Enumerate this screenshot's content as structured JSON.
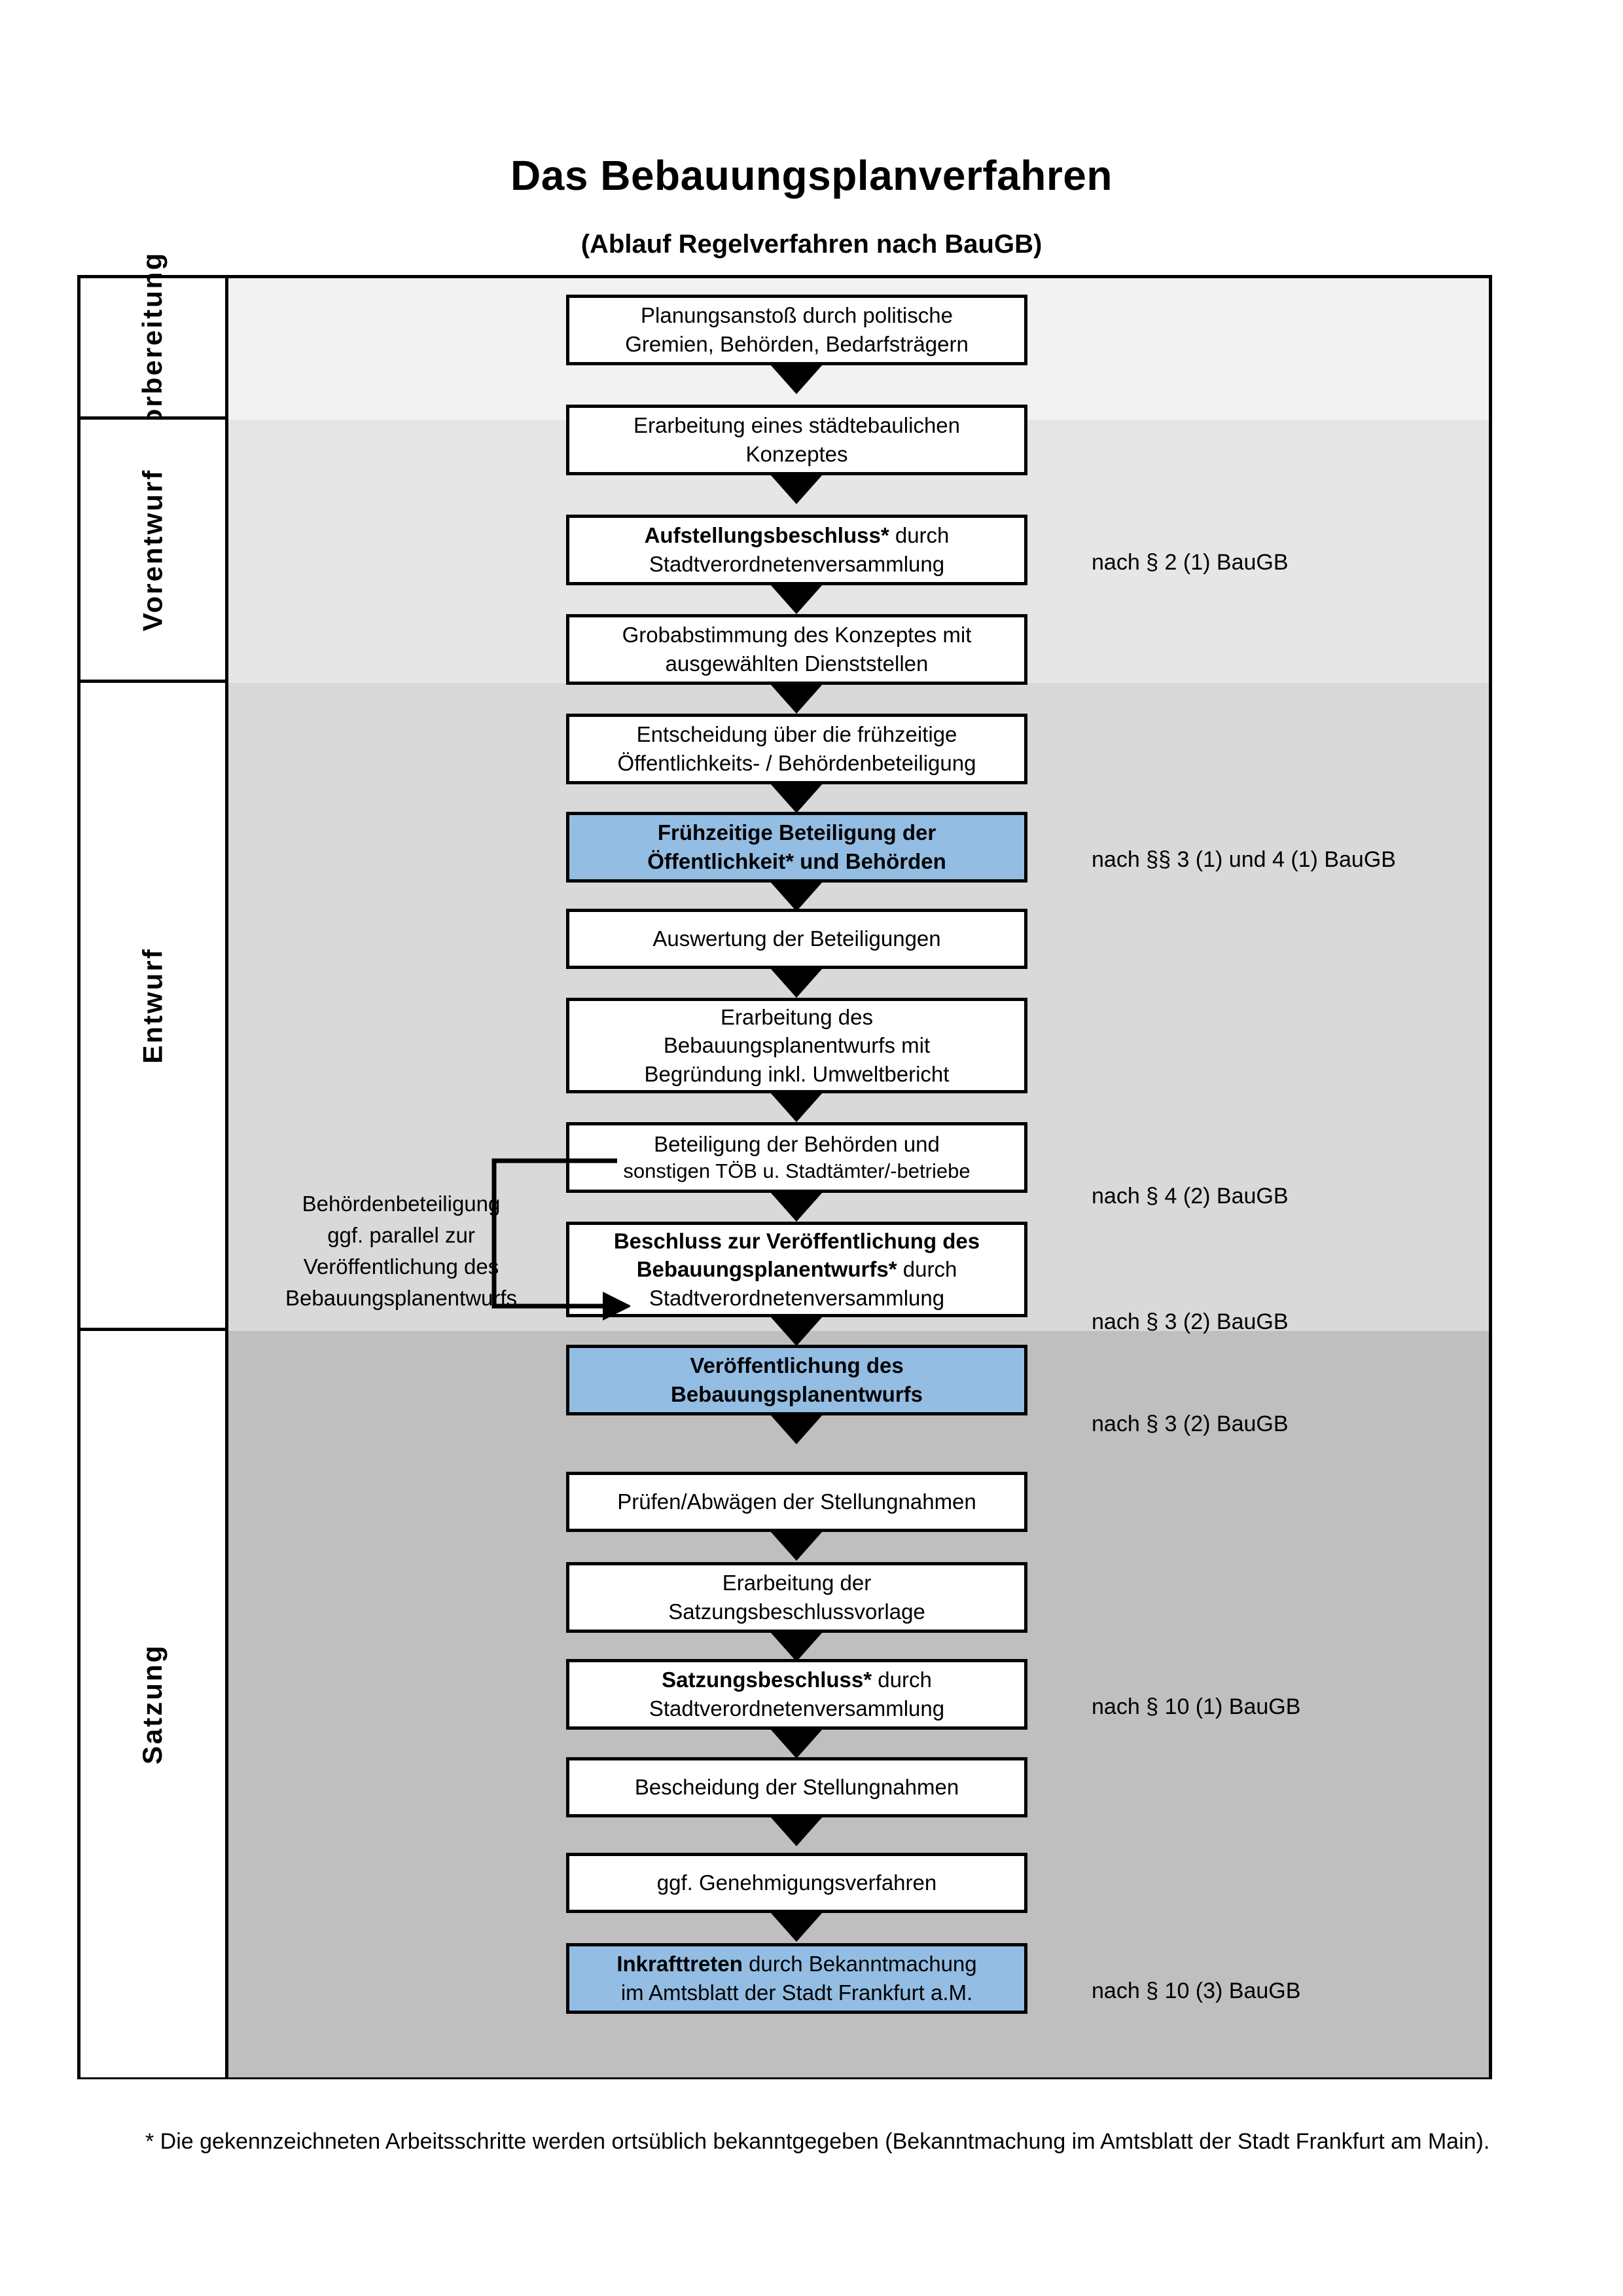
{
  "title": "Das Bebauungsplanverfahren",
  "subtitle": "(Ablauf Regelverfahren nach BauGB)",
  "colors": {
    "highlight_blue": "#93BDE3",
    "band_vorbereitung": "#F2F2F2",
    "band_vorentwurf": "#E6E6E6",
    "band_entwurf": "#D9D9D9",
    "band_satzung": "#BFBFBF",
    "border": "#000000"
  },
  "phases": [
    {
      "id": "vorbereitung",
      "label": "Vorbereitung"
    },
    {
      "id": "vorentwurf",
      "label": "Vorentwurf"
    },
    {
      "id": "entwurf",
      "label": "Entwurf"
    },
    {
      "id": "satzung",
      "label": "Satzung"
    }
  ],
  "steps": [
    {
      "id": "planungsanstoss",
      "phase": "vorbereitung",
      "highlight": false,
      "lines": [
        {
          "text": "Planungsanstoß durch politische",
          "bold": false
        },
        {
          "text": "Gremien, Behörden, Bedarfsträgern",
          "bold": false
        }
      ]
    },
    {
      "id": "staedtebau-konzept",
      "phase": "vorbereitung",
      "highlight": false,
      "lines": [
        {
          "text": "Erarbeitung eines städtebaulichen",
          "bold": false
        },
        {
          "text": "Konzeptes",
          "bold": false
        }
      ]
    },
    {
      "id": "aufstellungsbeschluss",
      "phase": "vorbereitung",
      "highlight": false,
      "lines": [
        {
          "text": "Aufstellungsbeschluss*",
          "bold": true,
          "suffix": " durch"
        },
        {
          "text": "Stadtverordnetenversammlung",
          "bold": false
        }
      ]
    },
    {
      "id": "grobabstimmung",
      "phase": "vorentwurf",
      "highlight": false,
      "lines": [
        {
          "text": "Grobabstimmung des Konzeptes mit",
          "bold": false
        },
        {
          "text": "ausgewählten Dienststellen",
          "bold": false
        }
      ]
    },
    {
      "id": "entscheidung-fruehzeitig",
      "phase": "vorentwurf",
      "highlight": false,
      "lines": [
        {
          "text": "Entscheidung über die frühzeitige",
          "bold": false
        },
        {
          "text": "Öffentlichkeits- / Behördenbeteiligung",
          "bold": false
        }
      ]
    },
    {
      "id": "fruehzeitige-beteiligung",
      "phase": "vorentwurf",
      "highlight": true,
      "lines": [
        {
          "text": "Frühzeitige Beteiligung der",
          "bold": true
        },
        {
          "text": "Öffentlichkeit* und Behörden",
          "bold": true
        }
      ]
    },
    {
      "id": "auswertung-beteiligungen",
      "phase": "entwurf",
      "highlight": false,
      "lines": [
        {
          "text": "Auswertung der Beteiligungen",
          "bold": false
        }
      ]
    },
    {
      "id": "erarbeitung-bplan-entwurf",
      "phase": "entwurf",
      "highlight": false,
      "lines": [
        {
          "text": "Erarbeitung des",
          "bold": false
        },
        {
          "text": "Bebauungsplanentwurfs mit",
          "bold": false
        },
        {
          "text": "Begründung inkl. Umweltbericht",
          "bold": false
        }
      ]
    },
    {
      "id": "beteiligung-behoerden-toeb",
      "phase": "entwurf",
      "highlight": false,
      "lines": [
        {
          "text": "Beteiligung der Behörden und",
          "bold": false
        },
        {
          "text": "sonstigen TÖB u. Stadtämter/-betriebe",
          "bold": false
        }
      ]
    },
    {
      "id": "beschluss-veroeffentlichung",
      "phase": "entwurf",
      "highlight": false,
      "lines": [
        {
          "text": "Beschluss zur Veröffentlichung des",
          "bold": true
        },
        {
          "text": "Bebauungsplanentwurfs*",
          "bold": true,
          "suffix": " durch"
        },
        {
          "text": "Stadtverordnetenversammlung",
          "bold": false
        }
      ]
    },
    {
      "id": "veroeffentlichung-bplan",
      "phase": "entwurf",
      "highlight": true,
      "lines": [
        {
          "text": "Veröffentlichung des",
          "bold": true
        },
        {
          "text": "Bebauungsplanentwurfs",
          "bold": true
        }
      ]
    },
    {
      "id": "pruefen-abwaegen",
      "phase": "satzung",
      "highlight": false,
      "lines": [
        {
          "text": "Prüfen/Abwägen der Stellungnahmen",
          "bold": false
        }
      ]
    },
    {
      "id": "erarbeitung-satzungsvorlage",
      "phase": "satzung",
      "highlight": false,
      "lines": [
        {
          "text": "Erarbeitung der",
          "bold": false
        },
        {
          "text": "Satzungsbeschlussvorlage",
          "bold": false
        }
      ]
    },
    {
      "id": "satzungsbeschluss",
      "phase": "satzung",
      "highlight": false,
      "lines": [
        {
          "text": "Satzungsbeschluss*",
          "bold": true,
          "suffix": " durch"
        },
        {
          "text": "Stadtverordnetenversammlung",
          "bold": false
        }
      ]
    },
    {
      "id": "bescheidung-stellungnahmen",
      "phase": "satzung",
      "highlight": false,
      "lines": [
        {
          "text": "Bescheidung der Stellungnahmen",
          "bold": false
        }
      ]
    },
    {
      "id": "genehmigungsverfahren",
      "phase": "satzung",
      "highlight": false,
      "lines": [
        {
          "text": "ggf. Genehmigungsverfahren",
          "bold": false
        }
      ]
    },
    {
      "id": "inkrafttreten",
      "phase": "satzung",
      "highlight": true,
      "lines": [
        {
          "text": "Inkrafttreten",
          "bold": true,
          "suffix": " durch Bekanntmachung"
        },
        {
          "text": "im Amtsblatt der Stadt Frankfurt a.M.",
          "bold": false
        }
      ]
    }
  ],
  "legal_refs": [
    {
      "id": "ref-par2-1",
      "text": "nach § 2 (1) BauGB",
      "for_step": "aufstellungsbeschluss"
    },
    {
      "id": "ref-par3-4-1",
      "text": "nach §§ 3 (1) und 4 (1) BauGB",
      "for_step": "fruehzeitige-beteiligung"
    },
    {
      "id": "ref-par4-2",
      "text": "nach § 4 (2) BauGB",
      "for_step": "beteiligung-behoerden-toeb"
    },
    {
      "id": "ref-par3-2a",
      "text": "nach § 3 (2) BauGB",
      "for_step": "beschluss-veroeffentlichung"
    },
    {
      "id": "ref-par3-2b",
      "text": "nach § 3 (2) BauGB",
      "for_step": "veroeffentlichung-bplan"
    },
    {
      "id": "ref-par10-1",
      "text": "nach § 10 (1) BauGB",
      "for_step": "satzungsbeschluss"
    },
    {
      "id": "ref-par10-3",
      "text": "nach § 10 (3) BauGB",
      "for_step": "inkrafttreten"
    }
  ],
  "side_note": {
    "lines": [
      "Behördenbeteiligung",
      "ggf. parallel zur",
      "Veröffentlichung des",
      "Bebauungsplanentwurfs"
    ]
  },
  "footnote": "* Die gekennzeichneten Arbeitsschritte werden ortsüblich bekanntgegeben (Bekanntmachung im Amtsblatt  der Stadt Frankfurt am Main)."
}
